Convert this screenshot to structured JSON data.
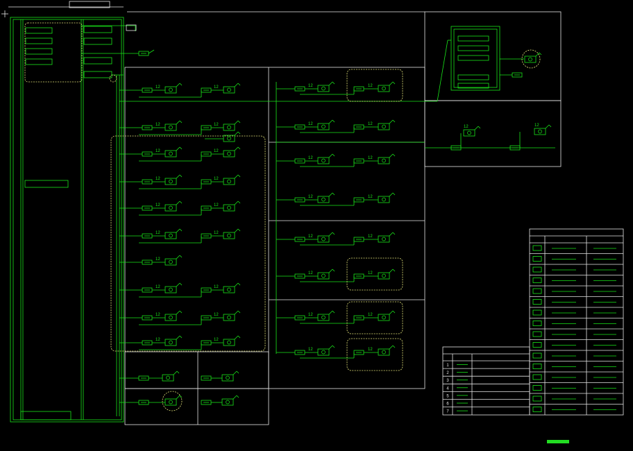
{
  "colors": {
    "background": "#000000",
    "line": "#19e619",
    "frame": "#e6e6e6",
    "dashed": "#e6e67a",
    "bar": "#22dd22"
  },
  "labels": {
    "cable": "12"
  },
  "legend_left": {
    "rows": [
      "1",
      "2",
      "3",
      "4",
      "5",
      "6",
      "7"
    ]
  }
}
